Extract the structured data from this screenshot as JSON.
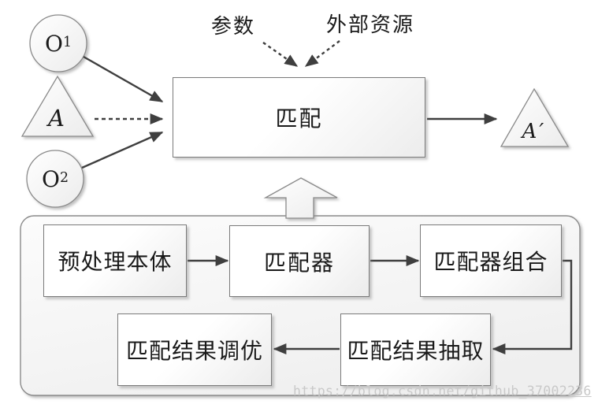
{
  "colors": {
    "shape-stroke": "#8a8a8a",
    "box-stroke": "#7a7a7a",
    "arrow": "#3f3f3f",
    "fill-light": "#ffffff",
    "fill-dark": "#ececec",
    "panel-light": "#fcfcfc",
    "panel-dark": "#efefef",
    "text": "#1a1a1a",
    "watermark": "#c9c9c9"
  },
  "inputs": {
    "o1": {
      "base": "O",
      "sub": "1"
    },
    "alignment": {
      "label": "A"
    },
    "o2": {
      "base": "O",
      "sub": "2"
    }
  },
  "output": {
    "label": "A′"
  },
  "process": {
    "label": "匹配"
  },
  "annotations": {
    "parameters": "参数",
    "external_resources": "外部资源"
  },
  "pipeline": {
    "steps": [
      "预处理本体",
      "匹配器",
      "匹配器组合",
      "匹配结果抽取",
      "匹配结果调优"
    ]
  },
  "watermark": "https://blog.csdn.net/github_37002236"
}
